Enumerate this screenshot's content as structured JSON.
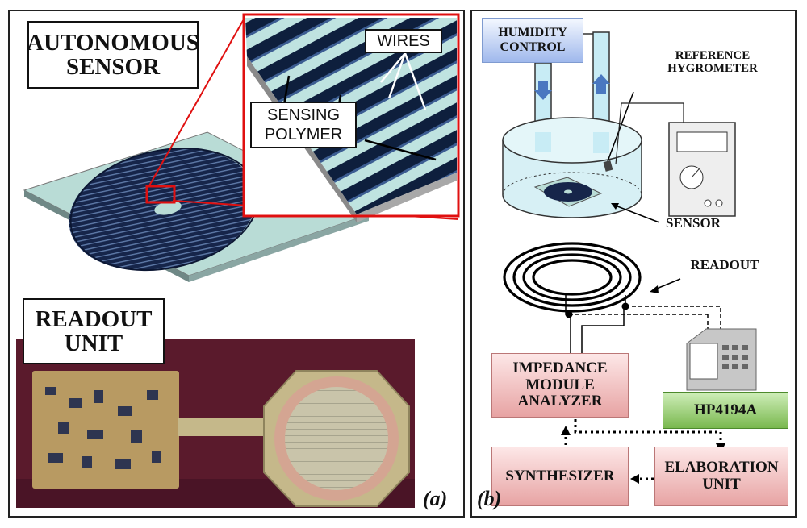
{
  "panel_a": {
    "letter": "(a)",
    "autonomous_sensor": "AUTONOMOUS SENSOR",
    "wires": "WIRES",
    "sensing_polymer": "SENSING POLYMER",
    "readout_unit": "READOUT UNIT"
  },
  "panel_b": {
    "letter": "(b)",
    "humidity_control": "HUMIDITY CONTROL",
    "reference_hygrometer": "REFERENCE HYGROMETER",
    "sensor": "SENSOR",
    "readout": "READOUT",
    "impedance_module_analyzer": "IMPEDANCE MODULE ANALYZER",
    "hp4194a": "HP4194A",
    "synthesizer": "SYNTHESIZER",
    "elaboration_unit": "ELABORATION UNIT"
  },
  "colors": {
    "box_pink": "#e7a3a3",
    "box_green": "#79b84e",
    "box_blue": "#9fb8ec",
    "highlight_red": "#e01010",
    "board_background": "#5a1a2c"
  }
}
